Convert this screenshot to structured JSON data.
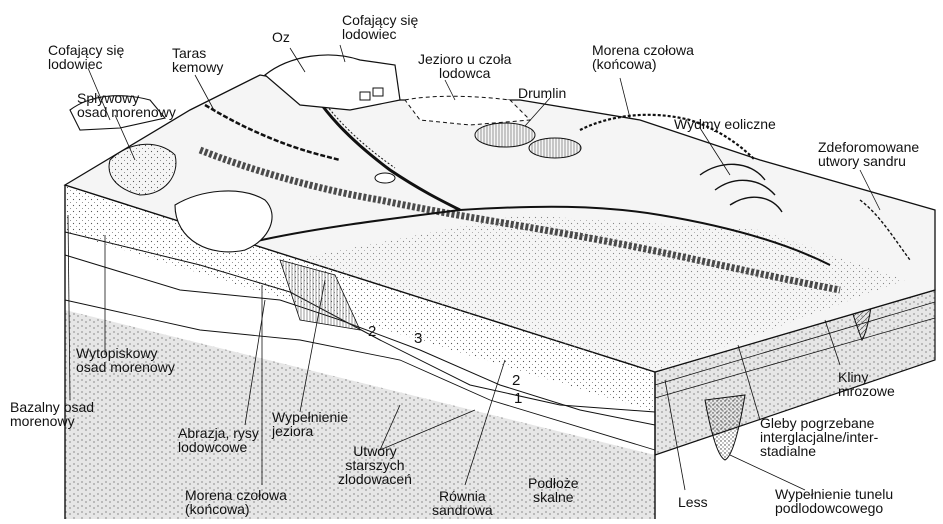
{
  "labels": {
    "cofajacy_lodowiec_left": [
      "Cofający się",
      "lodowiec"
    ],
    "taras_kemowy": [
      "Taras",
      "kemowy"
    ],
    "oz": "Oz",
    "cofajacy_lodowiec_top": [
      "Cofający się",
      "lodowiec"
    ],
    "jezioro_czola": [
      "Jezioro u czoła",
      "lodowca"
    ],
    "morena_czolowa_top": [
      "Morena czołowa",
      "(końcowa)"
    ],
    "drumlin": "Drumlin",
    "splywowy": [
      "Spływowy",
      "osad morenowy"
    ],
    "wydmy": "Wydmy eoliczne",
    "zdeformowane": [
      "Zdeforomowane",
      "utwory sandru"
    ],
    "wytopiskowy": [
      "Wytopiskowy",
      "osad morenowy"
    ],
    "bazalny": [
      "Bazalny osad",
      "morenowy"
    ],
    "abrazja": [
      "Abrazja, rysy",
      "lodowcowe"
    ],
    "wypelnienie_jeziora": [
      "Wypełnienie",
      "jeziora"
    ],
    "utwory_starszych": [
      "Utwory",
      "starszych",
      "zlodowaceń"
    ],
    "morena_czolowa_bottom": [
      "Morena czołowa",
      "(końcowa)"
    ],
    "rownia": [
      "Równia",
      "sandrowa"
    ],
    "podloze": [
      "Podłoże",
      "skalne"
    ],
    "less": "Less",
    "kliny": [
      "Kliny",
      "mrozowe"
    ],
    "gleby": [
      "Gleby pogrzebane",
      "interglacjalne/inter-",
      "stadialne"
    ],
    "wypelnienie_tunelu": [
      "Wypełnienie tunelu",
      "podlodowcowego"
    ]
  },
  "layer_numbers": [
    "2",
    "3",
    "2",
    "1"
  ]
}
